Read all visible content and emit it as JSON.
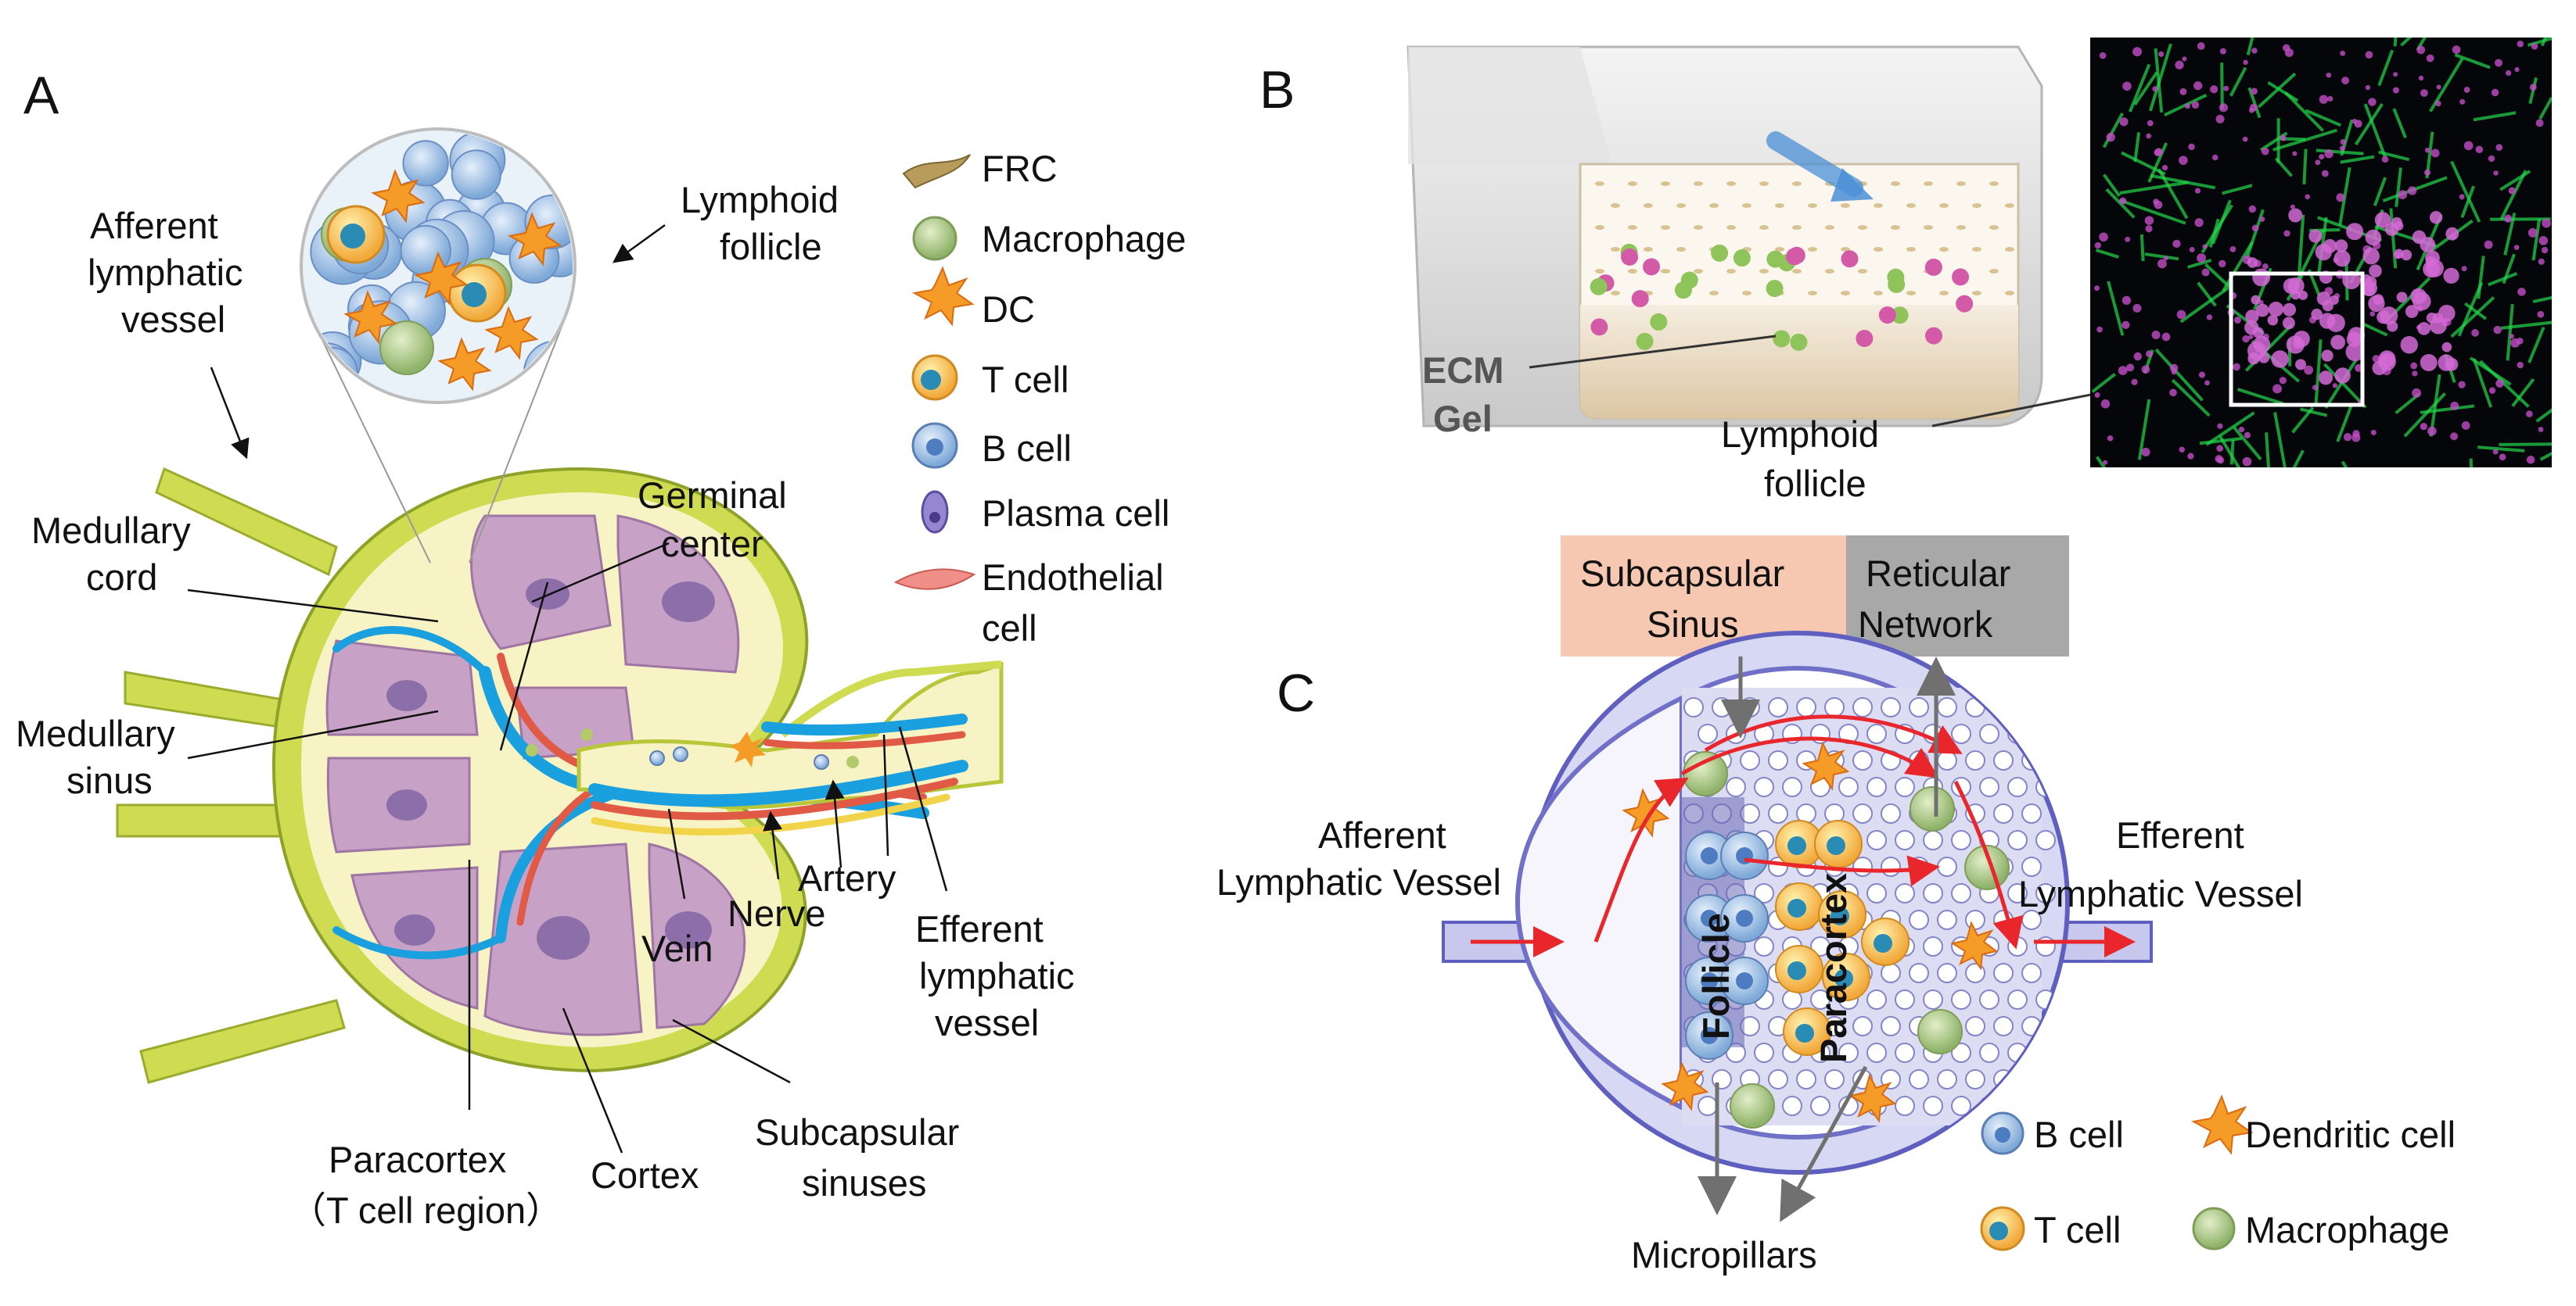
{
  "panels": {
    "a": "A",
    "b": "B",
    "c": "C"
  },
  "colors": {
    "capsule": "#cfdc52",
    "lobule": "#c7a2c6",
    "lymph": "#1aa0de",
    "artery": "#e05a45",
    "nerve": "#f1d44a",
    "chip": "#5f5fbf",
    "gfp": "#22d84a",
    "magenta": "#c24dc6",
    "sinus_box": "#f6c7b1",
    "network_box": "#a8a8a8"
  },
  "panelA": {
    "afferent": [
      "Afferent",
      "lymphatic",
      "vessel"
    ],
    "lymphoid_follicle": [
      "Lymphoid",
      "follicle"
    ],
    "medullary_cord": [
      "Medullary",
      "cord"
    ],
    "germinal_center": [
      "Germinal",
      "center"
    ],
    "medullary_sinus": [
      "Medullary",
      "sinus"
    ],
    "vein": "Vein",
    "nerve": "Nerve",
    "artery": "Artery",
    "efferent": [
      "Efferent",
      "lymphatic",
      "vessel"
    ],
    "paracortex": [
      "Paracortex",
      "（T cell region）"
    ],
    "cortex": "Cortex",
    "subcapsular": [
      "Subcapsular",
      "sinuses"
    ]
  },
  "legendA": [
    {
      "label": "FRC",
      "icon": "frc-icon"
    },
    {
      "label": "Macrophage",
      "icon": "macrophage-icon"
    },
    {
      "label": "DC",
      "icon": "dendritic-cell-icon"
    },
    {
      "label": "T cell",
      "icon": "t-cell-icon"
    },
    {
      "label": "B cell",
      "icon": "b-cell-icon"
    },
    {
      "label": "Plasma cell",
      "icon": "plasma-cell-icon"
    },
    {
      "label": "Endothelial",
      "label2": "cell",
      "icon": "endothelial-cell-icon"
    }
  ],
  "panelB": {
    "ecm": [
      "ECM",
      "Gel"
    ],
    "follicle": [
      "Lymphoid",
      "follicle"
    ]
  },
  "panelC": {
    "box_sinus": [
      "Subcapsular",
      "Sinus"
    ],
    "box_network": [
      "Reticular",
      "Network"
    ],
    "afferent": [
      "Afferent",
      "Lymphatic Vessel"
    ],
    "efferent": [
      "Efferent",
      "Lymphatic Vessel"
    ],
    "follicle": "Follicle",
    "paracortex": "Paracortex",
    "micropillars": "Micropillars",
    "legend": {
      "b_cell": "B cell",
      "dendritic": "Dendritic cell",
      "t_cell": "T cell",
      "macrophage": "Macrophage"
    }
  }
}
